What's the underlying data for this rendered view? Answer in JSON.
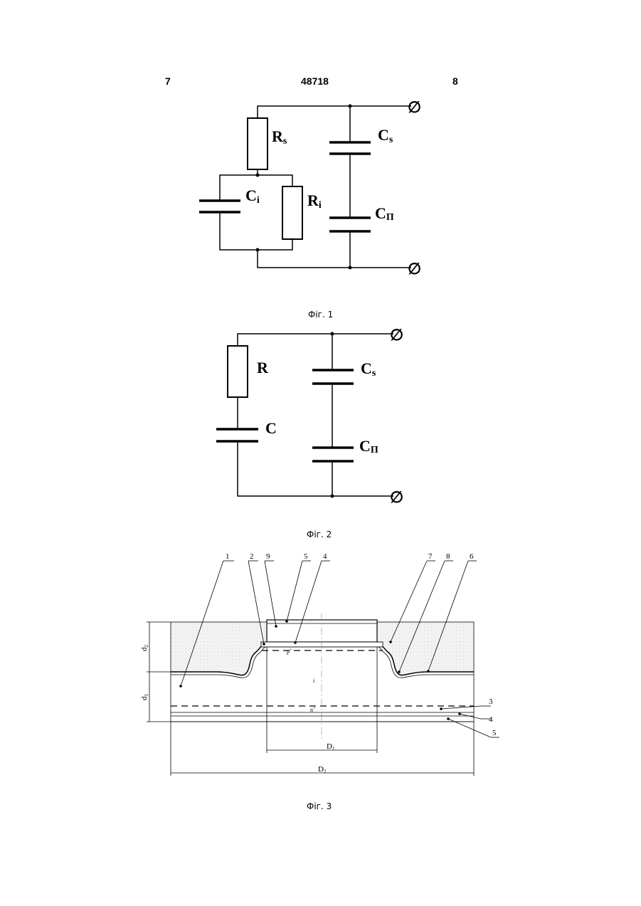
{
  "header": {
    "page_left": "7",
    "patent_number": "48718",
    "page_right": "8"
  },
  "fig1": {
    "caption": "Фіг. 1",
    "labels": {
      "Rs": {
        "main": "R",
        "sub": "s"
      },
      "Cs": {
        "main": "C",
        "sub": "s"
      },
      "Ci": {
        "main": "C",
        "sub": "i"
      },
      "Ri": {
        "main": "R",
        "sub": "i"
      },
      "Cp": {
        "main": "C",
        "sub": "П"
      }
    },
    "terminal_symbol": "∅"
  },
  "fig2": {
    "caption": "Фіг. 2",
    "labels": {
      "R": {
        "main": "R"
      },
      "C": {
        "main": "C"
      },
      "Cs": {
        "main": "C",
        "sub": "s"
      },
      "Cp": {
        "main": "C",
        "sub": "П"
      }
    },
    "terminal_symbol": "∅"
  },
  "fig3": {
    "caption": "Фіг. 3",
    "callouts": [
      "1",
      "2",
      "9",
      "5",
      "4",
      "7",
      "8",
      "6",
      "3",
      "4",
      "5"
    ],
    "regions": {
      "p_plus": "p",
      "p_sup": "+",
      "intrinsic": "i",
      "n_plus": "n",
      "n_sup": "+"
    },
    "dimensions": {
      "d2": {
        "main": "d",
        "sub": "2"
      },
      "d1": {
        "main": "d",
        "sub": "1"
      },
      "D1": {
        "main": "D",
        "sub": "1"
      },
      "D2": {
        "main": "D",
        "sub": "2"
      }
    }
  }
}
